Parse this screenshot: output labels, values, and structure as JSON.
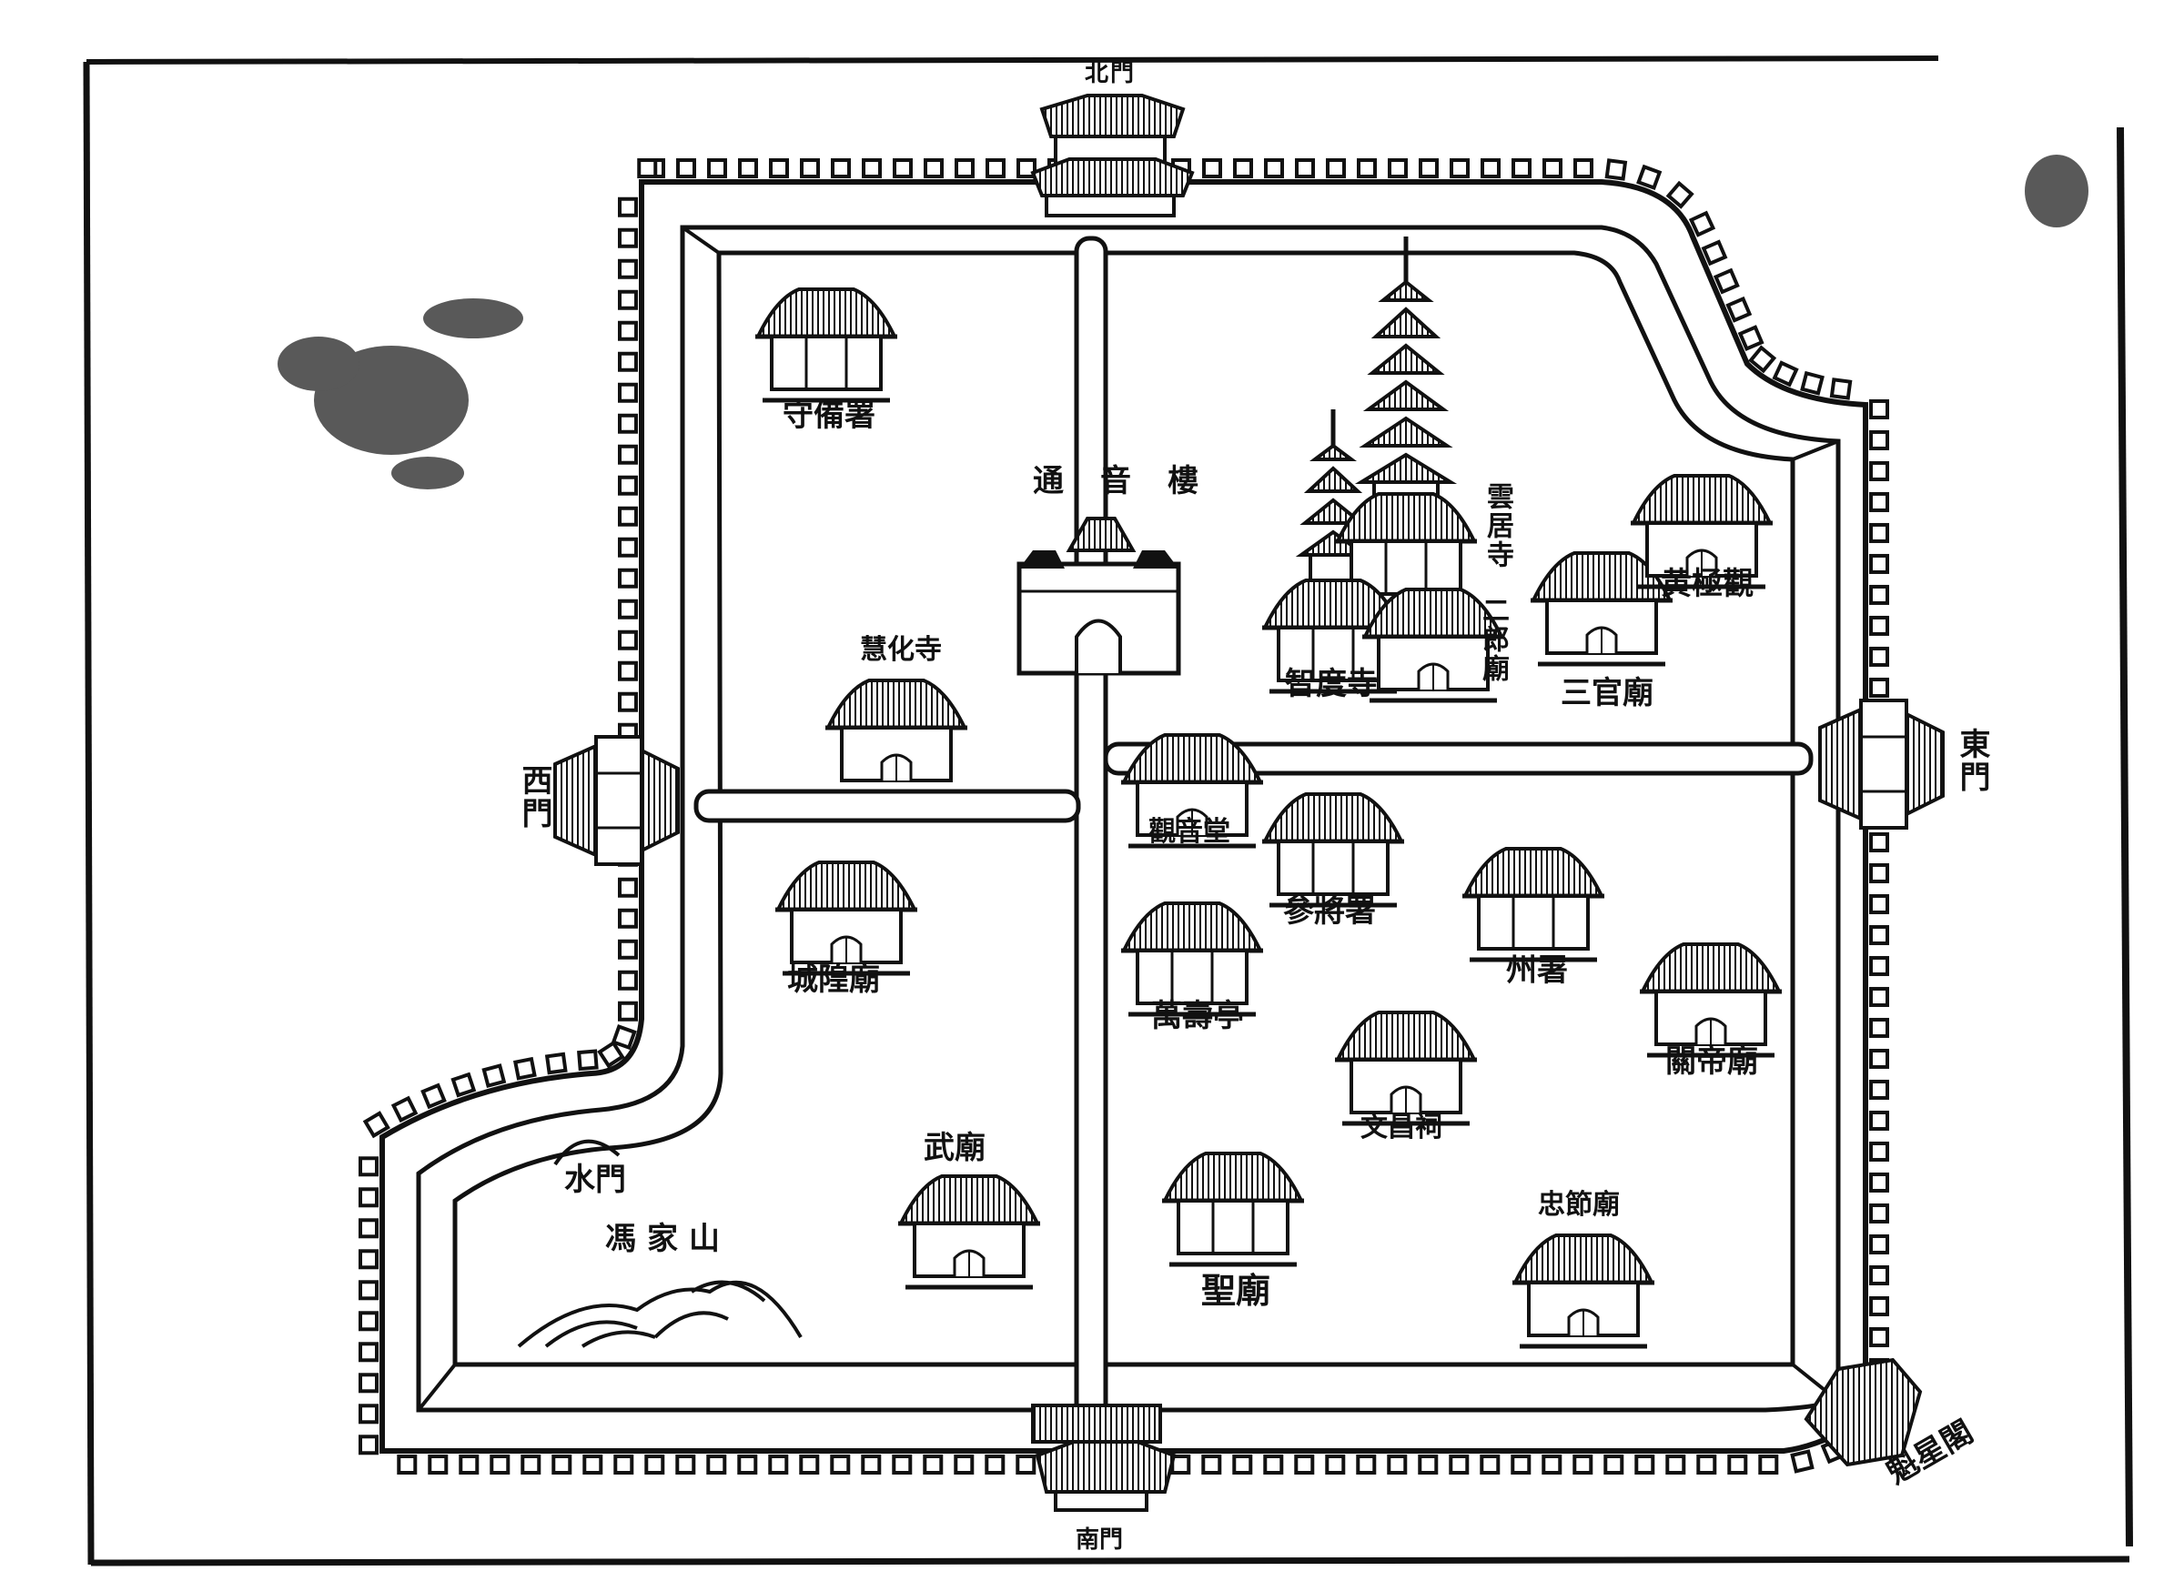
{
  "colors": {
    "ink": "#111111",
    "paper": "#ffffff"
  },
  "labels": {
    "north_gate": "北門",
    "south_gate": "南門",
    "east_gate": "東門",
    "west_gate": "西門",
    "water_gate": "水門",
    "kuixing_pavilion": "魁星閣",
    "tongyin_tower": "通音樓",
    "shoubei_office": "守備署",
    "huihua_temple": "慧化寺",
    "yunju_temple": "雲居寺",
    "zhidu_temple": "智度寺",
    "erlang_temple": "二郎廟",
    "sanguan_temple": "三官廟",
    "huangji_temple": "黄極觀",
    "chenghuang_temple": "城隍廟",
    "guanyin_hall": "觀音堂",
    "canjiang_office": "參將署",
    "zhou_office": "州署",
    "wanshou_pavilion": "萬壽亭",
    "guandi_temple": "關帝廟",
    "wenchang_shrine": "文昌祠",
    "wu_temple": "武廟",
    "feng_mountain": "馮家山",
    "sheng_temple": "聖廟",
    "zhongjie_temple": "忠節廟"
  }
}
